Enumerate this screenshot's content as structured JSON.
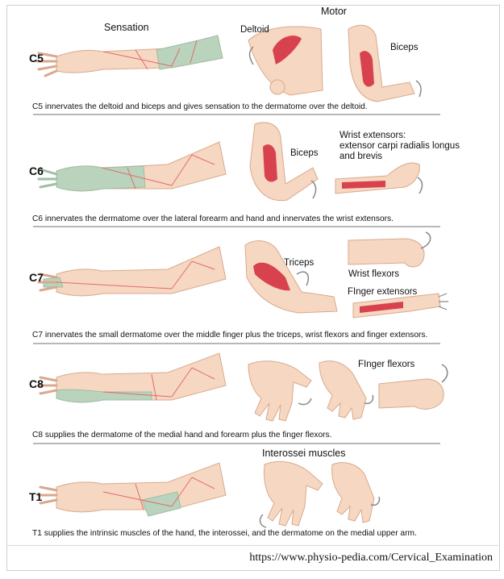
{
  "header": {
    "sensation": "Sensation",
    "motor": "Motor"
  },
  "colors": {
    "skin": "#f6d7c1",
    "skin_edge": "#d9a98d",
    "dermatome": "#b9d3bd",
    "muscle": "#d8424f",
    "nerve_line": "#e36b6b",
    "rule": "#b8b8b8"
  },
  "panels": [
    {
      "root": "C5",
      "labels": [
        "Deltoid",
        "Biceps"
      ],
      "caption": "C5 innervates the deltoid and biceps and gives sensation to the dermatome over the deltoid."
    },
    {
      "root": "C6",
      "labels": [
        "Biceps",
        "Wrist extensors:",
        "extensor carpi radialis longus",
        "and brevis"
      ],
      "caption": "C6 innervates the dermatome over the lateral forearm and hand and innervates the wrist extensors."
    },
    {
      "root": "C7",
      "labels": [
        "Triceps",
        "Wrist flexors",
        "FInger extensors"
      ],
      "caption": "C7 innervates the small dermatome over the middle finger plus the triceps, wrist flexors and finger extensors."
    },
    {
      "root": "C8",
      "labels": [
        "FInger flexors"
      ],
      "caption": "C8 supplies the dermatome of the medial hand and forearm plus the finger flexors."
    },
    {
      "root": "T1",
      "labels": [
        "Interossei muscles"
      ],
      "caption": "T1 supplies the intrinsic muscles of the hand, the interossei, and the dermatome on the medial upper arm."
    }
  ],
  "source": "https://www.physio-pedia.com/Cervical_Examination"
}
